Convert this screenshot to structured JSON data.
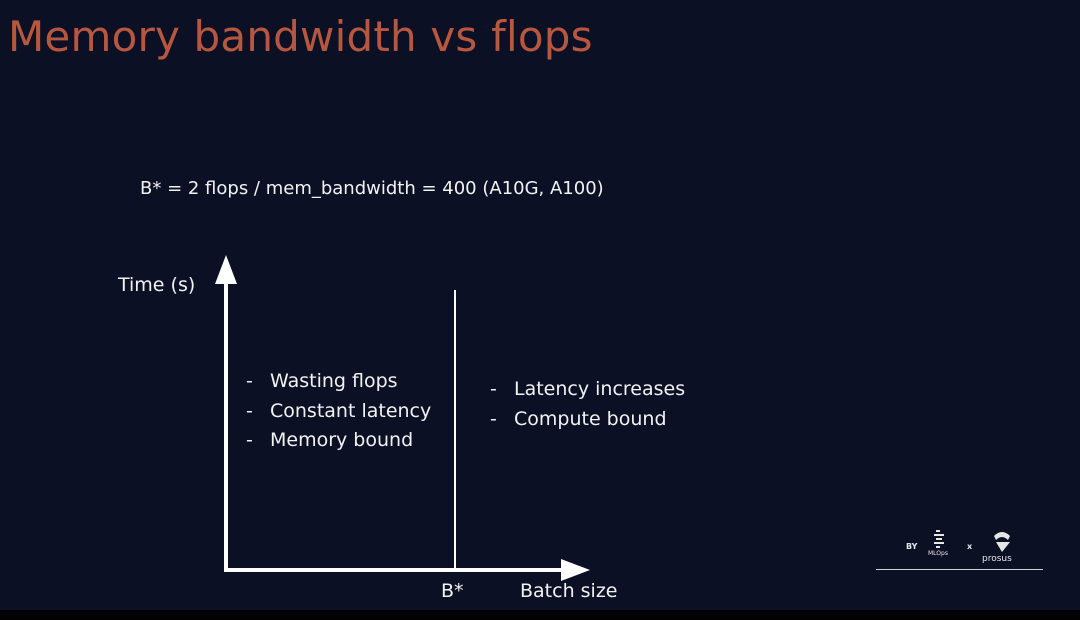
{
  "slide": {
    "title": "Memory bandwidth vs flops",
    "formula": "B* = 2 flops / mem_bandwidth = 400 (A10G, A100)"
  },
  "diagram": {
    "y_axis_label": "Time (s)",
    "x_axis_label": "Batch size",
    "threshold_label": "B*",
    "left_region_notes": [
      {
        "bullet": "-",
        "text": "Wasting flops"
      },
      {
        "bullet": "-",
        "text": "Constant latency"
      },
      {
        "bullet": "-",
        "text": "Memory bound"
      }
    ],
    "right_region_notes": [
      {
        "bullet": "-",
        "text": "Latency increases"
      },
      {
        "bullet": "-",
        "text": "Compute bound"
      }
    ]
  },
  "branding": {
    "by_label": "BY",
    "mlops_label": "MLOps",
    "separator": "x",
    "prosus_label": "prosus"
  },
  "colors": {
    "background": "#0c1024",
    "title": "#b8573f",
    "text": "#f2f2f2"
  }
}
